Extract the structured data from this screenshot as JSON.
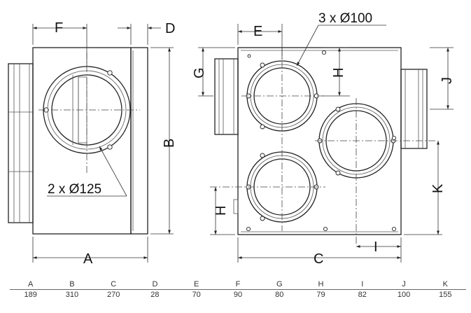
{
  "views": {
    "side": {
      "dim_labels": {
        "F": "F",
        "D": "D",
        "B": "B",
        "A": "A"
      },
      "callout": "2 x Ø125"
    },
    "front": {
      "dim_labels": {
        "E": "E",
        "G": "G",
        "H_top": "H",
        "J": "J",
        "K": "K",
        "H_bottom": "H",
        "C": "C",
        "I": "I"
      },
      "callout": "3 x Ø100"
    }
  },
  "spec_table": {
    "headers": [
      "A",
      "B",
      "C",
      "D",
      "E",
      "F",
      "G",
      "H",
      "I",
      "J",
      "K"
    ],
    "values": [
      "189",
      "310",
      "270",
      "28",
      "70",
      "90",
      "80",
      "79",
      "82",
      "100",
      "155"
    ]
  }
}
